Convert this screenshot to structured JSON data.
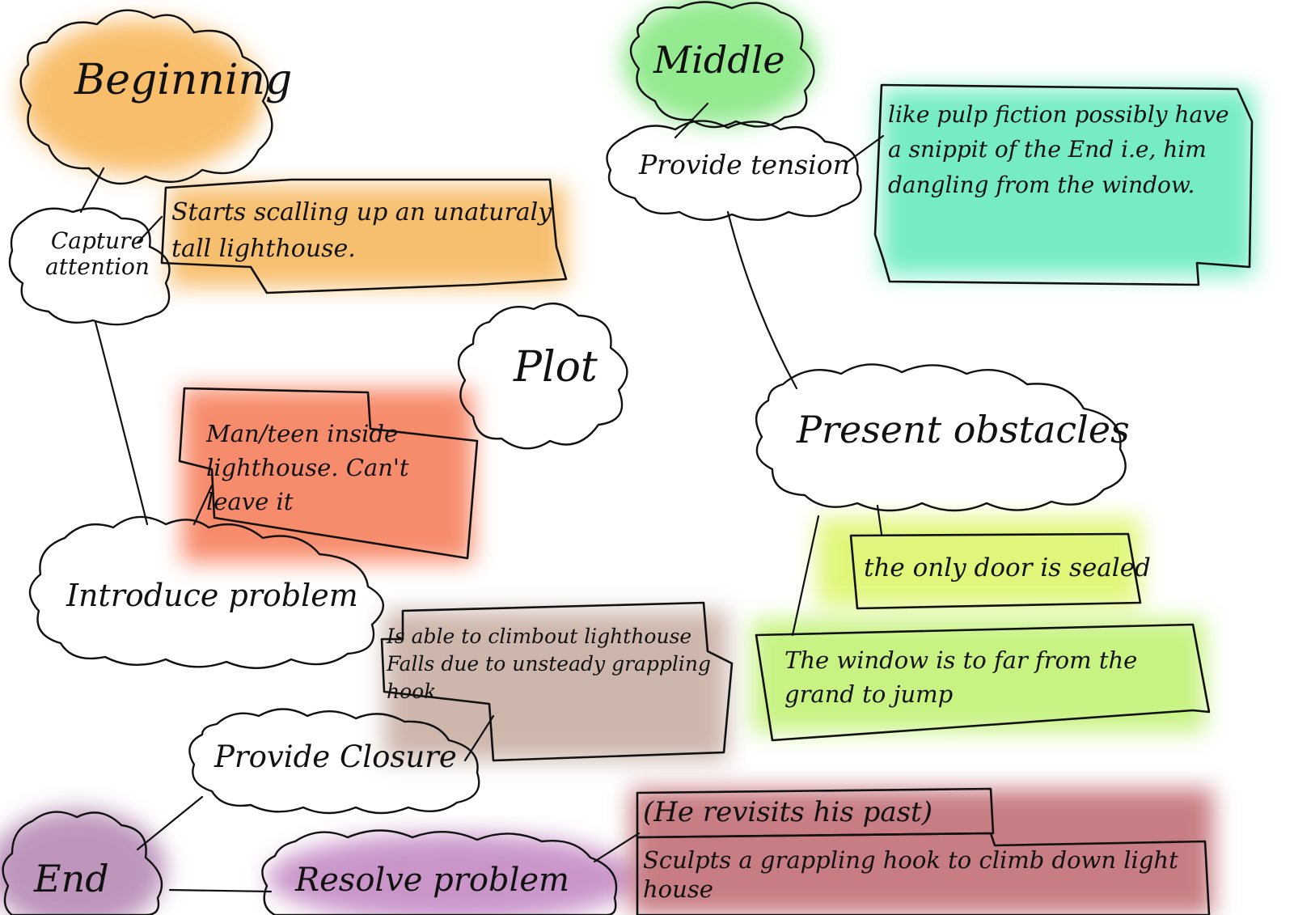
{
  "colors": {
    "beginning": "#f6a93a",
    "middle": "#6fe36a",
    "end": "#a36aa0",
    "orange_note": "#f5b04e",
    "red_note": "#f6704a",
    "brown_note": "#b9998a",
    "teal_note": "#46e6b4",
    "yellow_note": "#d8f55a",
    "lime_note": "#b6ef5a",
    "purple_note": "#b46ab4",
    "maroon_note": "#b0474f",
    "ink": "#111111"
  },
  "nodes": {
    "beginning": "Beginning",
    "capture": "Capture attention",
    "plot": "Plot",
    "introduce": "Introduce problem",
    "middle": "Middle",
    "tension": "Provide tension",
    "obstacles": "Present obstacles",
    "closure": "Provide Closure",
    "end": "End",
    "resolve": "Resolve problem"
  },
  "notes": {
    "lighthouse": "Starts scalling up an unaturaly tall lighthouse.",
    "inside": "Man/teen inside lighthouse. Can't leave it",
    "climb_out": "Is able to climbout lighthouse Falls due to unsteady grappling hook",
    "pulp": "like pulp fiction possibly have a snippit of the End i.e, him dangling from the window.",
    "door": "the only door is sealed",
    "window": "The window is to far from the grand to jump",
    "revisits": "(He revisits his past)",
    "sculpts": "Sculpts a grappling hook to climb down light house"
  }
}
